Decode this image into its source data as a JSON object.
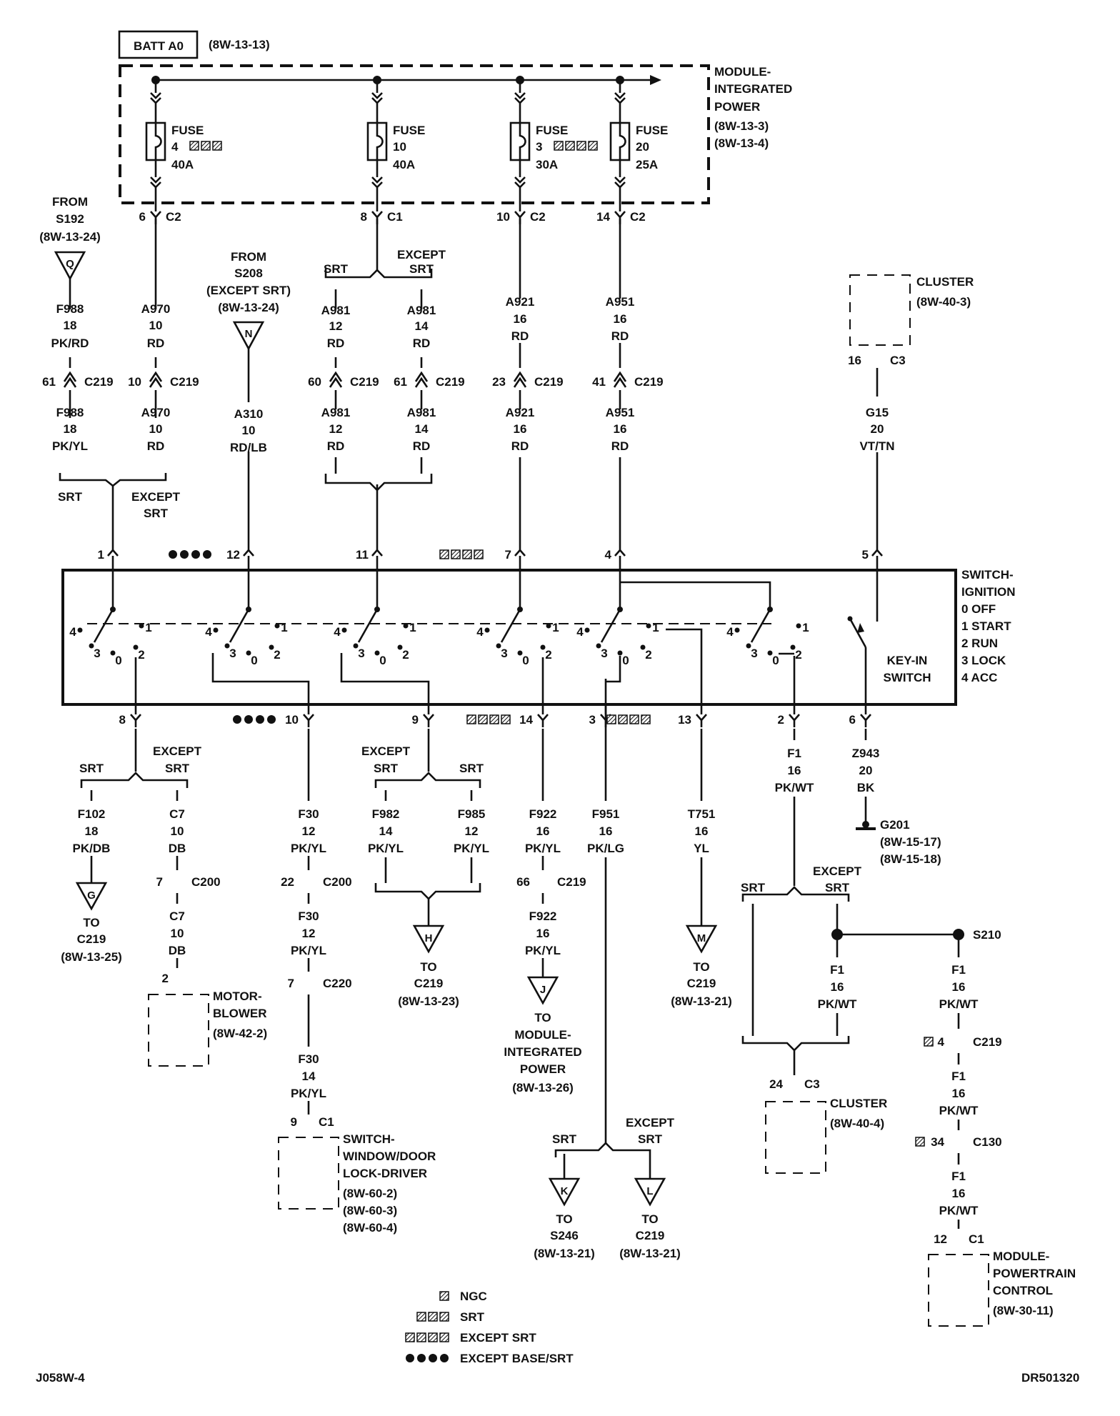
{
  "top": {
    "source": "BATT A0",
    "source_ref": "(8W-13-13)"
  },
  "mip": {
    "lines": [
      "MODULE-",
      "INTEGRATED",
      "POWER"
    ],
    "refs": [
      "(8W-13-3)",
      "(8W-13-4)"
    ]
  },
  "fuses": [
    {
      "label": "FUSE",
      "num": "4",
      "amp": "40A",
      "marks": 3,
      "mark_type": "hatch"
    },
    {
      "label": "FUSE",
      "num": "10",
      "amp": "40A",
      "marks": 0,
      "mark_type": ""
    },
    {
      "label": "FUSE",
      "num": "3",
      "amp": "30A",
      "marks": 4,
      "mark_type": "hatch"
    },
    {
      "label": "FUSE",
      "num": "20",
      "amp": "25A",
      "marks": 0,
      "mark_type": ""
    }
  ],
  "fuse_outputs": [
    {
      "pin": "6",
      "conn": "C2"
    },
    {
      "pin": "8",
      "conn": "C1"
    },
    {
      "pin": "10",
      "conn": "C2"
    },
    {
      "pin": "14",
      "conn": "C2"
    }
  ],
  "from_s192": {
    "lines": [
      "FROM",
      "S192",
      "(8W-13-24)"
    ],
    "flag": "Q"
  },
  "from_s208": {
    "lines": [
      "FROM",
      "S208",
      "(EXCEPT SRT)",
      "(8W-13-24)"
    ],
    "flag": "N"
  },
  "upper_wires": [
    {
      "code": "F988",
      "gauge": "18",
      "color": "PK/RD"
    },
    {
      "code": "A970",
      "gauge": "10",
      "color": "RD"
    },
    {
      "code": "A981",
      "gauge": "12",
      "color": "RD"
    },
    {
      "code": "A981",
      "gauge": "14",
      "color": "RD"
    },
    {
      "code": "A921",
      "gauge": "16",
      "color": "RD"
    },
    {
      "code": "A951",
      "gauge": "16",
      "color": "RD"
    }
  ],
  "c219_upper": [
    {
      "pin": "61",
      "conn": "C219"
    },
    {
      "pin": "10",
      "conn": "C219"
    },
    {
      "pin": "60",
      "conn": "C219"
    },
    {
      "pin": "61",
      "conn": "C219"
    },
    {
      "pin": "23",
      "conn": "C219"
    },
    {
      "pin": "41",
      "conn": "C219"
    }
  ],
  "mid_wires": [
    {
      "code": "F988",
      "gauge": "18",
      "color": "PK/YL"
    },
    {
      "code": "A970",
      "gauge": "10",
      "color": "RD"
    },
    {
      "code": "A310",
      "gauge": "10",
      "color": "RD/LB"
    },
    {
      "code": "A981",
      "gauge": "12",
      "color": "RD"
    },
    {
      "code": "A981",
      "gauge": "14",
      "color": "RD"
    },
    {
      "code": "A921",
      "gauge": "16",
      "color": "RD"
    },
    {
      "code": "A951",
      "gauge": "16",
      "color": "RD"
    }
  ],
  "options": {
    "srt": "SRT",
    "except": "EXCEPT",
    "except_srt": "SRT"
  },
  "cluster_top": {
    "name": "CLUSTER",
    "ref": "(8W-40-3)",
    "pin": "16",
    "conn": "C3"
  },
  "g15": {
    "code": "G15",
    "gauge": "20",
    "color": "VT/TN"
  },
  "switch_in_pins": [
    "1",
    "12",
    "11",
    "7",
    "4",
    "5"
  ],
  "switch_out_pins": [
    "8",
    "10",
    "9",
    "14",
    "3",
    "13",
    "2",
    "6"
  ],
  "switch": {
    "lines": [
      "SWITCH-",
      "IGNITION"
    ],
    "positions": [
      "0 OFF",
      "1 START",
      "2 RUN",
      "3 LOCK",
      "4 ACC"
    ],
    "keyin": [
      "KEY-IN",
      "SWITCH"
    ],
    "contacts": [
      "4",
      "3",
      "0",
      "2",
      "1"
    ]
  },
  "lower_left": {
    "f102": {
      "code": "F102",
      "gauge": "18",
      "color": "PK/DB",
      "flag": "G",
      "to": [
        "TO",
        "C219",
        "(8W-13-25)"
      ]
    },
    "c7a": {
      "code": "C7",
      "gauge": "10",
      "color": "DB"
    },
    "c200a": {
      "pin": "7",
      "conn": "C200"
    },
    "c7b": {
      "code": "C7",
      "gauge": "10",
      "color": "DB"
    },
    "blower": {
      "pin": "2",
      "lines": [
        "MOTOR-",
        "BLOWER"
      ],
      "ref": "(8W-42-2)"
    }
  },
  "f30": {
    "w1": {
      "code": "F30",
      "gauge": "12",
      "color": "PK/YL"
    },
    "c200": {
      "pin": "22",
      "conn": "C200"
    },
    "w2": {
      "code": "F30",
      "gauge": "12",
      "color": "PK/YL"
    },
    "c220": {
      "pin": "7",
      "conn": "C220"
    },
    "w3": {
      "code": "F30",
      "gauge": "14",
      "color": "PK/YL"
    },
    "c1": {
      "pin": "9",
      "conn": "C1"
    },
    "sw": {
      "lines": [
        "SWITCH-",
        "WINDOW/DOOR",
        "LOCK-DRIVER"
      ],
      "refs": [
        "(8W-60-2)",
        "(8W-60-3)",
        "(8W-60-4)"
      ]
    }
  },
  "f98x": {
    "a": {
      "code": "F982",
      "gauge": "14",
      "color": "PK/YL"
    },
    "b": {
      "code": "F985",
      "gauge": "12",
      "color": "PK/YL"
    },
    "flag": "H",
    "to": [
      "TO",
      "C219",
      "(8W-13-23)"
    ]
  },
  "f922": {
    "w1": {
      "code": "F922",
      "gauge": "16",
      "color": "PK/YL"
    },
    "c219": {
      "pin": "66",
      "conn": "C219"
    },
    "w2": {
      "code": "F922",
      "gauge": "16",
      "color": "PK/YL"
    },
    "flag": "J",
    "to": [
      "TO",
      "MODULE-",
      "INTEGRATED",
      "POWER",
      "(8W-13-26)"
    ]
  },
  "f951": {
    "w": {
      "code": "F951",
      "gauge": "16",
      "color": "PK/LG"
    },
    "k": {
      "flag": "K",
      "to": [
        "TO",
        "S246",
        "(8W-13-21)"
      ]
    },
    "l": {
      "flag": "L",
      "to": [
        "TO",
        "C219",
        "(8W-13-21)"
      ]
    }
  },
  "t751": {
    "code": "T751",
    "gauge": "16",
    "color": "YL",
    "flag": "M",
    "to": [
      "TO",
      "C219",
      "(8W-13-21)"
    ]
  },
  "f1": {
    "w": {
      "code": "F1",
      "gauge": "16",
      "color": "PK/WT"
    },
    "w2": {
      "code": "F1",
      "gauge": "16",
      "color": "PK/WT"
    },
    "cluster": {
      "pin": "24",
      "conn": "C3",
      "name": "CLUSTER",
      "ref": "(8W-40-4)"
    },
    "s210": "S210",
    "w3": {
      "code": "F1",
      "gauge": "16",
      "color": "PK/WT"
    },
    "c219": {
      "pin": "4",
      "conn": "C219"
    },
    "w4": {
      "code": "F1",
      "gauge": "16",
      "color": "PK/WT"
    },
    "c130": {
      "pin": "34",
      "conn": "C130"
    },
    "w5": {
      "code": "F1",
      "gauge": "16",
      "color": "PK/WT"
    },
    "c1": {
      "pin": "12",
      "conn": "C1"
    },
    "pcm": {
      "lines": [
        "MODULE-",
        "POWERTRAIN",
        "CONTROL"
      ],
      "ref": "(8W-30-11)"
    }
  },
  "z943": {
    "code": "Z943",
    "gauge": "20",
    "color": "BK",
    "ground": "G201",
    "refs": [
      "(8W-15-17)",
      "(8W-15-18)"
    ]
  },
  "legend": [
    {
      "marks": 1,
      "type": "hatch",
      "text": "NGC"
    },
    {
      "marks": 3,
      "type": "hatch",
      "text": "SRT"
    },
    {
      "marks": 4,
      "type": "hatch",
      "text": "EXCEPT SRT"
    },
    {
      "marks": 4,
      "type": "dot",
      "text": "EXCEPT BASE/SRT"
    }
  ],
  "footer": {
    "left": "J058W-4",
    "right": "DR501320"
  }
}
